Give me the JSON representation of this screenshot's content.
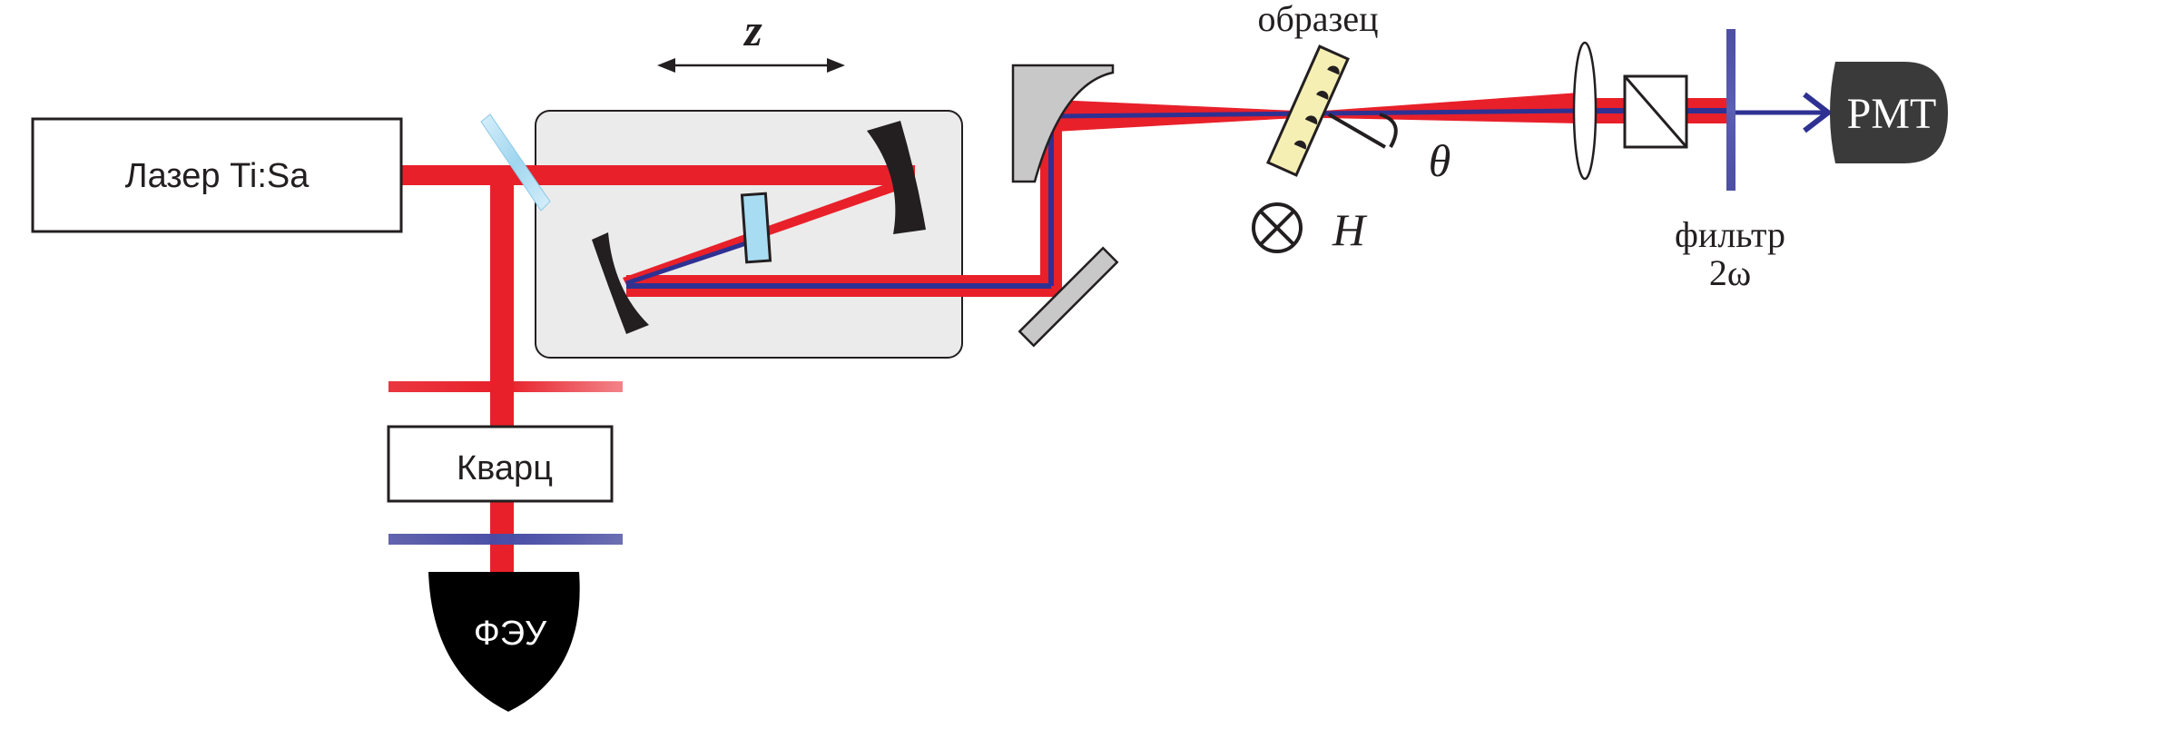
{
  "labels": {
    "laser": "Лазер Ti:Sa",
    "quartz": "Кварц",
    "pmt_left": "ФЭУ",
    "pmt_right": "PMT",
    "sample": "образец",
    "translation_axis": "z",
    "angle": "θ",
    "field": "H",
    "filter_line1": "фильтр",
    "filter_line2": "2ω"
  },
  "colors": {
    "fundamental_beam": "#e8202a",
    "second_harmonic_beam": "#2e3192",
    "mirror": "#231f20",
    "housing": "#ebebeb",
    "crystal": "#a8dcf2",
    "sample_fill": "#f6efb4",
    "detector_left": "#000000",
    "detector_right": "#3a3a3a"
  },
  "icons": {
    "field": "cross-in-circle-icon",
    "translation": "double-arrow-icon"
  }
}
